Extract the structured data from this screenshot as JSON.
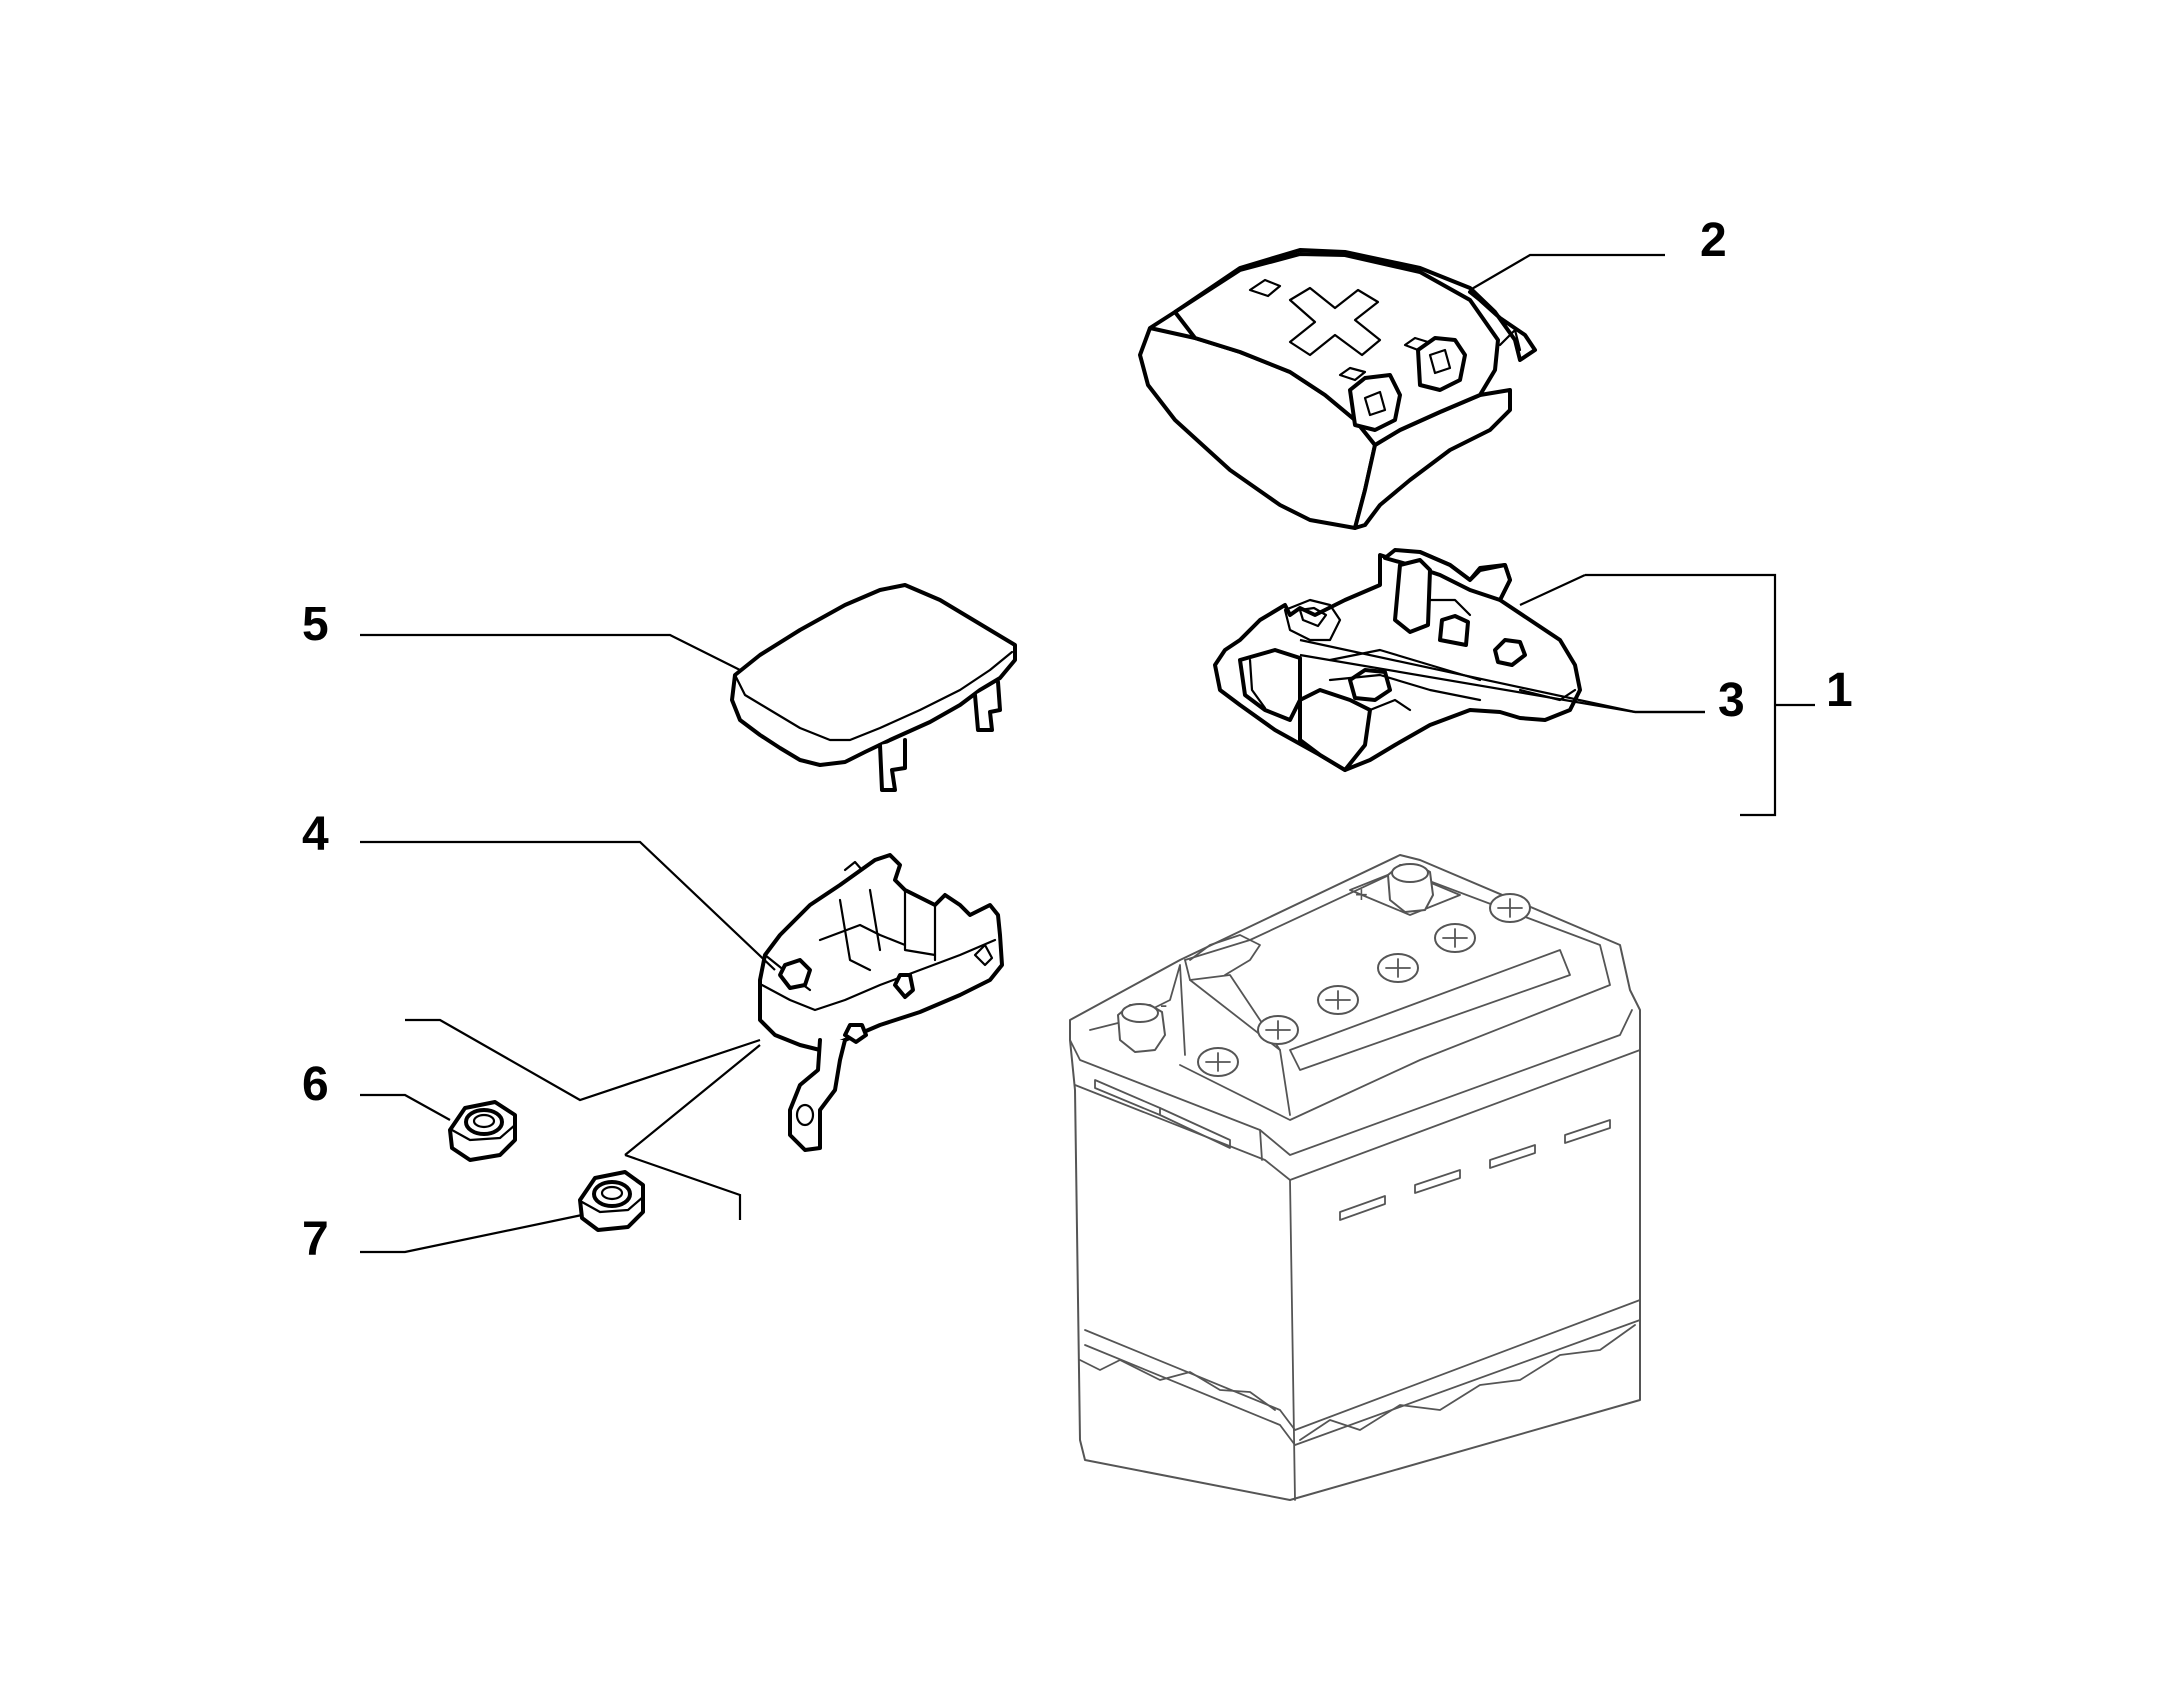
{
  "callouts": [
    {
      "id": "1",
      "label": "1"
    },
    {
      "id": "2",
      "label": "2"
    },
    {
      "id": "3",
      "label": "3"
    },
    {
      "id": "4",
      "label": "4"
    },
    {
      "id": "5",
      "label": "5"
    },
    {
      "id": "6",
      "label": "6"
    },
    {
      "id": "7",
      "label": "7"
    }
  ],
  "battery": {
    "plus_mark": "+",
    "minus_mark": "-"
  }
}
